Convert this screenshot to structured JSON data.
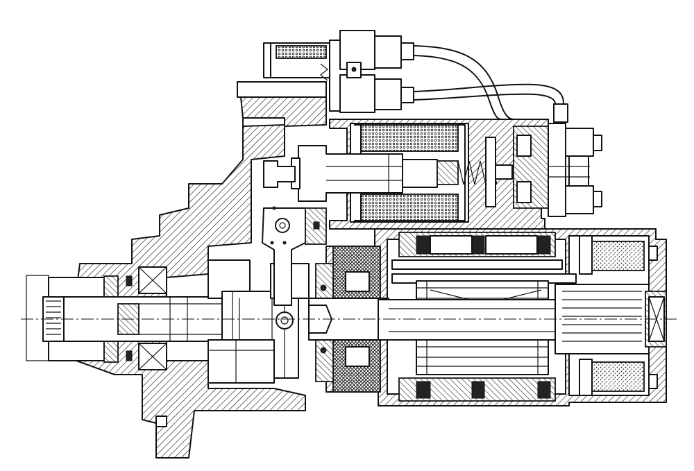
{
  "drawing": {
    "style": "black-line-cross-section",
    "colors": {
      "line": "#111111",
      "background": "#ffffff"
    },
    "components": [
      "solenoid-switch",
      "solenoid-coil",
      "plunger",
      "return-spring",
      "contact-terminals",
      "cable-connectors",
      "wire-harness",
      "shift-lever",
      "drive-housing",
      "pinion-shaft",
      "bearing",
      "planetary-gear",
      "armature",
      "commutator",
      "field-pole",
      "brush-holder",
      "motor-yoke"
    ]
  }
}
